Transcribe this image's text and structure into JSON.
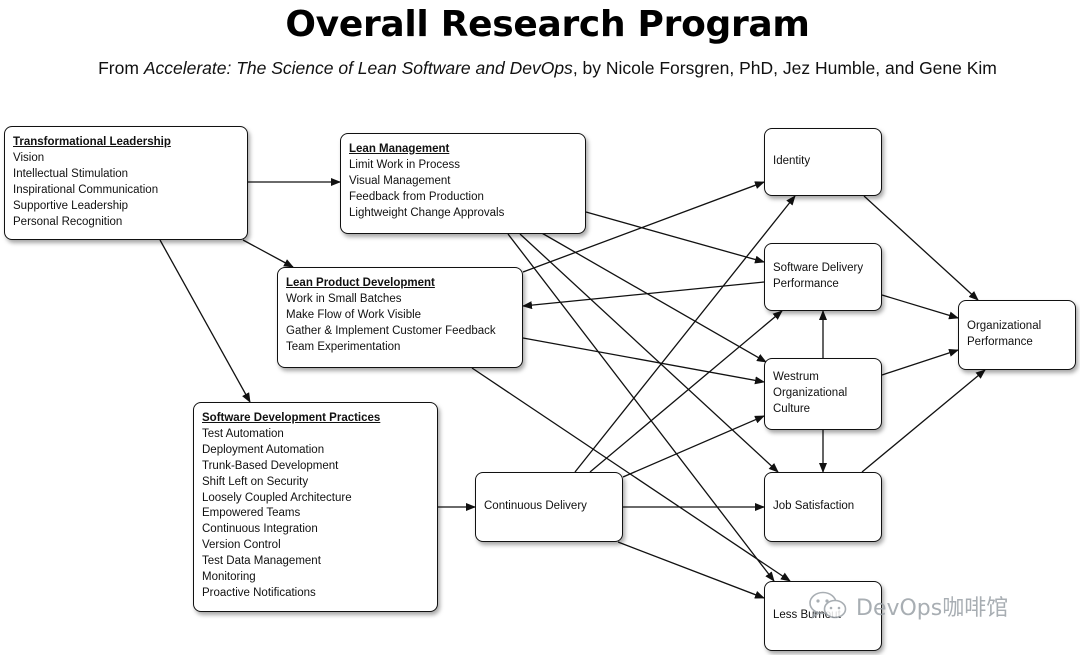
{
  "header": {
    "title": "Overall Research Program",
    "subtitle_prefix": "From ",
    "subtitle_book": "Accelerate: The Science of Lean Software and DevOps",
    "subtitle_suffix": ", by Nicole Forsgren, PhD, Jez Humble, and Gene Kim"
  },
  "nodes": {
    "transformational_leadership": {
      "heading": "Transformational Leadership",
      "items": [
        "Vision",
        "Intellectual Stimulation",
        "Inspirational Communication",
        "Supportive Leadership",
        "Personal Recognition"
      ]
    },
    "lean_management": {
      "heading": "Lean Management",
      "items": [
        "Limit Work in Process",
        "Visual Management",
        "Feedback from Production",
        "Lightweight Change Approvals"
      ]
    },
    "lean_product_development": {
      "heading": "Lean Product Development",
      "items": [
        "Work in Small Batches",
        "Make Flow of Work Visible",
        "Gather & Implement Customer Feedback",
        "Team Experimentation"
      ]
    },
    "software_development_practices": {
      "heading": "Software Development Practices",
      "items": [
        "Test Automation",
        "Deployment Automation",
        "Trunk-Based Development",
        "Shift Left on Security",
        "Loosely Coupled Architecture",
        "Empowered Teams",
        "Continuous Integration",
        "Version Control",
        "Test Data Management",
        "Monitoring",
        "Proactive Notifications"
      ]
    },
    "continuous_delivery": {
      "label": "Continuous Delivery"
    },
    "identity": {
      "label": "Identity"
    },
    "software_delivery_performance": {
      "label": "Software Delivery Performance"
    },
    "westrum_culture": {
      "label": "Westrum Organizational Culture"
    },
    "job_satisfaction": {
      "label": "Job Satisfaction"
    },
    "less_burnout": {
      "label": "Less Burnout"
    },
    "organizational_performance": {
      "label": "Organizational Performance"
    }
  },
  "edges": [
    [
      "transformational_leadership",
      "lean_management"
    ],
    [
      "transformational_leadership",
      "lean_product_development"
    ],
    [
      "transformational_leadership",
      "software_development_practices"
    ],
    [
      "lean_management",
      "software_delivery_performance"
    ],
    [
      "lean_management",
      "westrum_culture"
    ],
    [
      "lean_management",
      "job_satisfaction"
    ],
    [
      "lean_management",
      "less_burnout"
    ],
    [
      "lean_product_development",
      "identity"
    ],
    [
      "software_delivery_performance",
      "lean_product_development"
    ],
    [
      "lean_product_development",
      "westrum_culture"
    ],
    [
      "lean_product_development",
      "less_burnout"
    ],
    [
      "software_development_practices",
      "continuous_delivery"
    ],
    [
      "continuous_delivery",
      "identity"
    ],
    [
      "continuous_delivery",
      "software_delivery_performance"
    ],
    [
      "continuous_delivery",
      "westrum_culture"
    ],
    [
      "continuous_delivery",
      "job_satisfaction"
    ],
    [
      "continuous_delivery",
      "less_burnout"
    ],
    [
      "westrum_culture",
      "software_delivery_performance"
    ],
    [
      "westrum_culture",
      "job_satisfaction"
    ],
    [
      "identity",
      "organizational_performance"
    ],
    [
      "software_delivery_performance",
      "organizational_performance"
    ],
    [
      "westrum_culture",
      "organizational_performance"
    ],
    [
      "job_satisfaction",
      "organizational_performance"
    ]
  ],
  "watermark": {
    "text": "DevOps咖啡馆",
    "icon": "wechat-icon"
  },
  "colors": {
    "line": "#111111",
    "watermark": "#9aa0a6"
  }
}
